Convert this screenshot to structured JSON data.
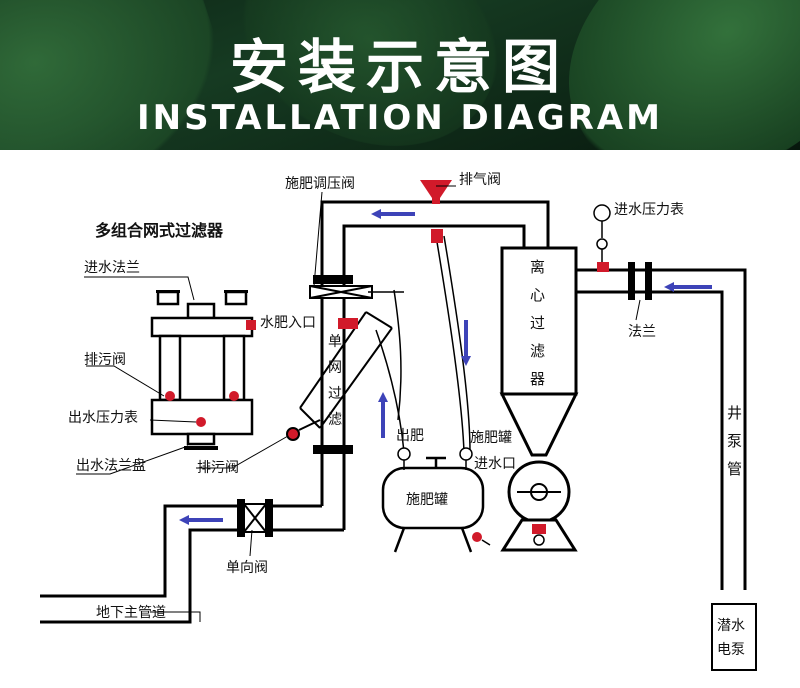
{
  "header": {
    "title_zh": "安装示意图",
    "title_en": "INSTALLATION DIAGRAM"
  },
  "labels": {
    "multi_filter": "多组合网式过滤器",
    "inlet_flange_left": "进水法兰",
    "drain_valve_left": "排污阀",
    "outlet_pressure_gauge": "出水压力表",
    "outlet_flange_plate": "出水法兰盘",
    "fert_regulating_valve": "施肥调压阀",
    "water_fert_inlet": "水肥入口",
    "drain_valve_mid": "排污阀",
    "air_valve": "排气阀",
    "inlet_pressure_gauge": "进水压力表",
    "flange": "法兰",
    "fert_out": "出肥",
    "fert_tank_top": "施肥罐",
    "water_inlet": "进水口",
    "fert_tank": "施肥罐",
    "check_valve": "单向阀",
    "main_pipe": "地下主管道",
    "well_pipe": [
      "井",
      "泵",
      "管"
    ],
    "single_mesh_filter": [
      "单",
      "网",
      "过",
      "滤"
    ],
    "centrifugal_filter": [
      "离",
      "心",
      "过",
      "滤",
      "器"
    ],
    "submersible_pump": [
      "潜水",
      "电泵"
    ]
  },
  "colors": {
    "pipe": "#000000",
    "arrow": "#3d43b8",
    "valve_red": "#d11a2a",
    "banner_dark": "#0f2a18",
    "banner_leaf": "#2e6e36"
  }
}
